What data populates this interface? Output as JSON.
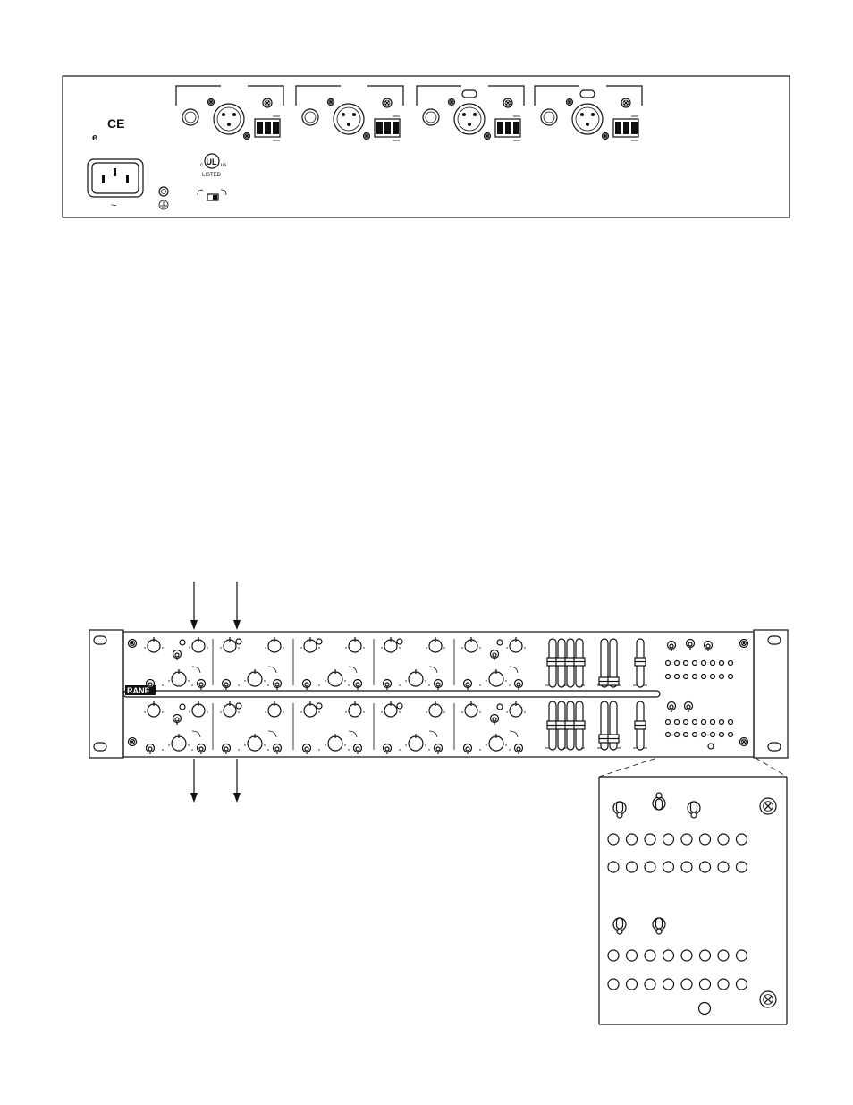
{
  "rear_panel": {
    "ce_mark": "CE",
    "c_mark": "e",
    "ul_c": "c",
    "ul_us": "us",
    "ul_listed": "LISTED",
    "ul_logo": "UL",
    "ac_symbol": "~",
    "ground_symbol": "⏚",
    "connector_groups": 4
  },
  "front_panel": {
    "brand": "RANE",
    "channels_per_row": 5,
    "led_columns": 8
  },
  "detail": {
    "led_rows": 4,
    "led_columns": 8,
    "top_switches": 3,
    "mid_switches": 2
  }
}
